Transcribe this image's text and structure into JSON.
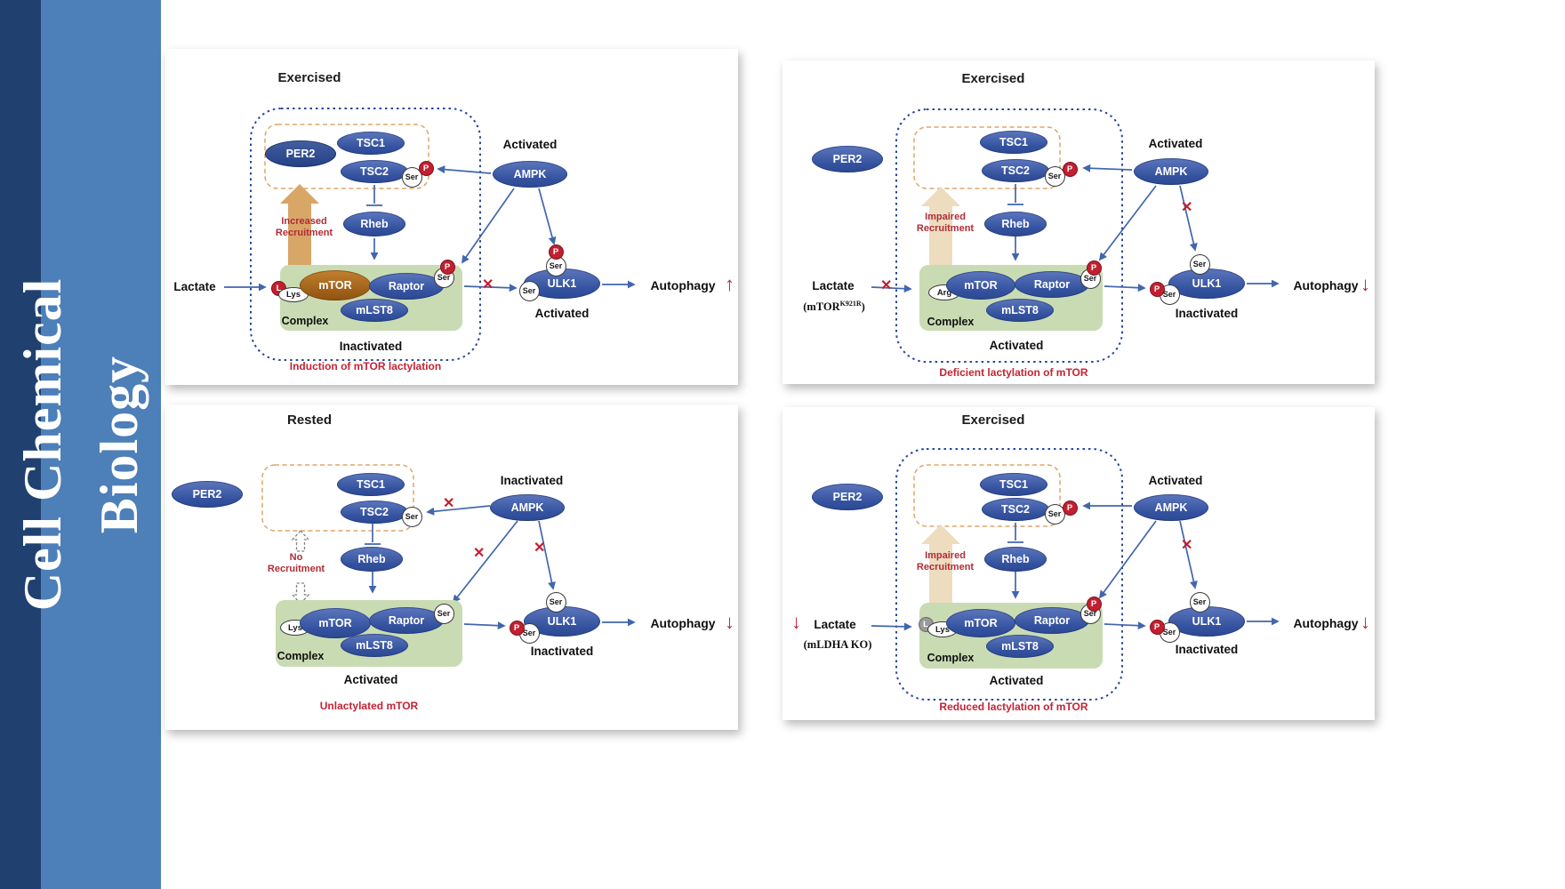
{
  "banner": {
    "line1": "Cell Chemical",
    "line2": "Biology"
  },
  "icons": {
    "blocked_x": "✕",
    "arrow_up": "↑",
    "arrow_down": "↓"
  },
  "palette": {
    "banner_blue": "#4d7fb9",
    "banner_edge": "#20416f",
    "node_blue": "#33519e",
    "mtor_brown": "#8f5210",
    "complex_green": "#c9dbb3",
    "red_accent": "#c21f30",
    "recruit_tan": "#d8a667",
    "recruit_tan_faded": "#eedcbf",
    "wire_blue": "#4166ad"
  },
  "labels": {
    "per2": "PER2",
    "tsc1": "TSC1",
    "tsc2": "TSC2",
    "ampk": "AMPK",
    "rheb": "Rheb",
    "mtor": "mTOR",
    "raptor": "Raptor",
    "mlst8": "mLST8",
    "ulk1": "ULK1",
    "complex": "Complex",
    "autophagy": "Autophagy",
    "lactate": "Lactate",
    "ser": "Ser",
    "p": "P",
    "l": "L",
    "lys": "Lys",
    "arg": "Arg"
  },
  "panels": {
    "p1": {
      "title": "Exercised",
      "ampk_state": "Activated",
      "recruitment_line1": "Increased",
      "recruitment_line2": "Recruitment",
      "complex_state": "Inactivated",
      "ulk1_state": "Activated",
      "autophagy_direction": "up",
      "caption": "Induction of mTOR lactylation"
    },
    "p2": {
      "title": "Exercised",
      "ampk_state": "Activated",
      "recruitment_line1": "Impaired",
      "recruitment_line2": "Recruitment",
      "mutant_prefix": "(mTOR",
      "mutant_sup": "K921R",
      "mutant_suffix": ")",
      "complex_state": "Activated",
      "ulk1_state": "Inactivated",
      "autophagy_direction": "down",
      "caption": "Deficient lactylation of mTOR"
    },
    "p3": {
      "title": "Rested",
      "ampk_state": "Inactivated",
      "recruitment_line1": "No",
      "recruitment_line2": "Recruitment",
      "complex_state": "Activated",
      "ulk1_state": "Inactivated",
      "autophagy_direction": "down",
      "caption": "Unlactylated mTOR"
    },
    "p4": {
      "title": "Exercised",
      "ampk_state": "Activated",
      "recruitment_line1": "Impaired",
      "recruitment_line2": "Recruitment",
      "knockout": "(mLDHA KO)",
      "complex_state": "Activated",
      "ulk1_state": "Inactivated",
      "autophagy_direction": "down",
      "caption": "Reduced lactylation of mTOR"
    }
  }
}
